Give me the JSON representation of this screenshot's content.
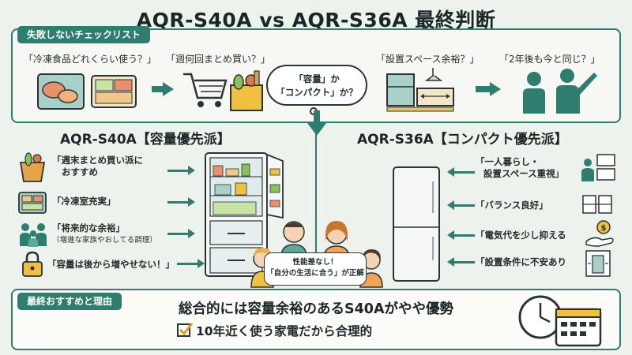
{
  "title": "AQR-S40A vs AQR-S36A 最終判断",
  "checklist": {
    "tag": "失敗しないチェックリスト",
    "q1": "「冷凍食品どれくらい使う？」",
    "q2": "「週何回まとめ買い？」",
    "q3": "「設置スペース余裕？」",
    "q4": "「2年後も今と同じ？」",
    "bubble_line1": "「容量」か",
    "bubble_line2": "「コンパクト」か？"
  },
  "left": {
    "title": "AQR-S40A【容量優先派】",
    "items": [
      {
        "line1": "「週末まとめ買い派に",
        "line2": "おすすめ"
      },
      {
        "line1": "「冷凍室充実」",
        "line2": ""
      },
      {
        "line1": "「将来的な余裕」",
        "line2": "（増進な家族やおしてる調理）"
      },
      {
        "line1": "「容量は後から増やせない！」",
        "line2": ""
      }
    ]
  },
  "right": {
    "title": "AQR-S36A【コンパクト優先派】",
    "items": [
      {
        "line1": "「一人暮らし・",
        "line2": "設置スペース重視」"
      },
      {
        "line1": "「バランス良好」",
        "line2": ""
      },
      {
        "line1": "「電気代を少し抑える",
        "line2": ""
      },
      {
        "line1": "「設置条件に不安あり",
        "line2": ""
      }
    ]
  },
  "center_speech": {
    "line1": "性能差なし！",
    "line2": "「自分の生活に合う」が正解"
  },
  "final": {
    "tag": "最終おすすめと理由",
    "main": "総合的には容量余裕のあるS40Aがやや優勢",
    "sub": "10年近く使う家電だから合理的"
  },
  "icons": {
    "frozen_food": "frozen-food-icon",
    "shopping_cart": "shopping-cart-icon",
    "grocery_box": "grocery-box-icon",
    "kitchen_space": "kitchen-space-icon",
    "pointing_people": "pointing-people-icon",
    "clock_calendar": "clock-calendar-icon"
  },
  "colors": {
    "accent": "#2e7d6e",
    "background": "#eef2ec",
    "text": "#1c2626"
  }
}
